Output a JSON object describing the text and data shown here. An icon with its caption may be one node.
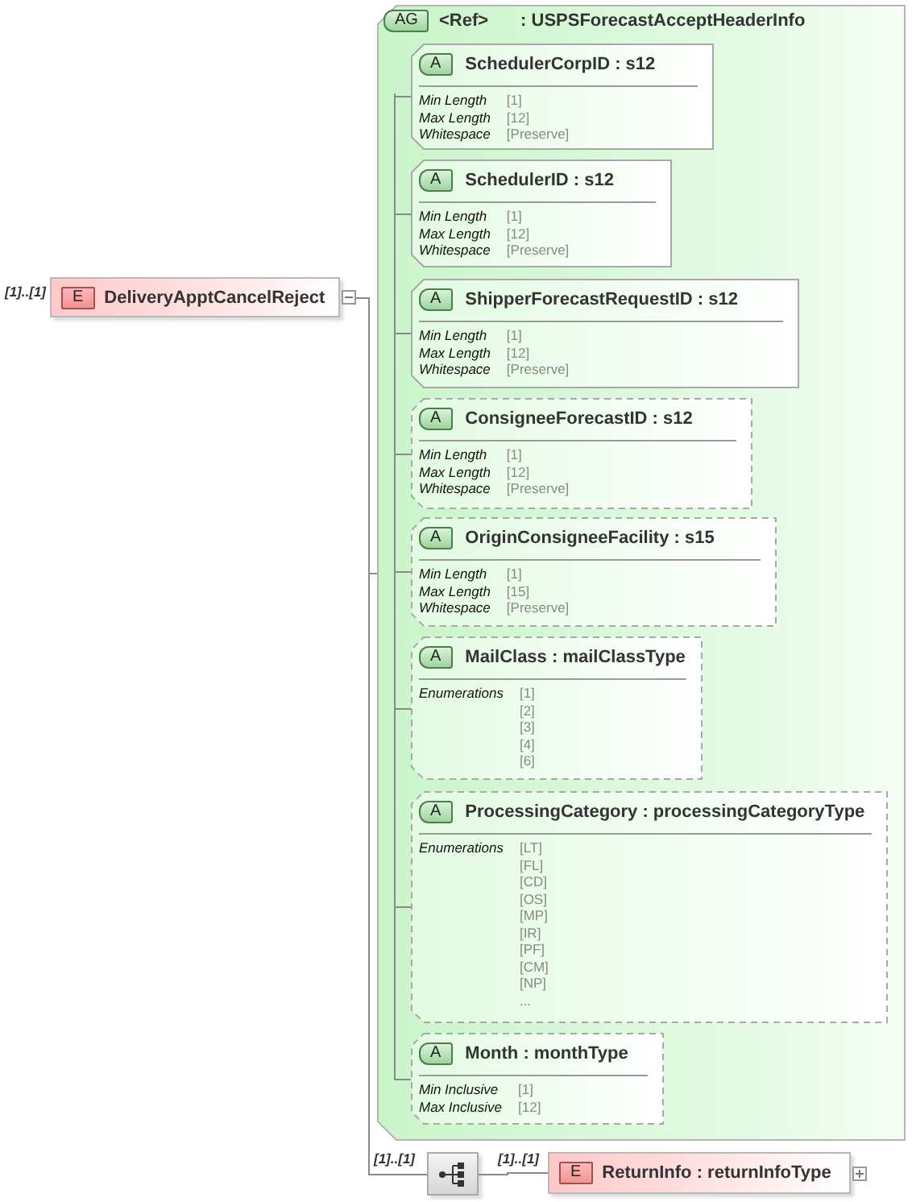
{
  "diagram": {
    "nodes": [
      {
        "text": [
          "E",
          "DeliveryApptCancelReject"
        ],
        "beside": [
          "[1]..[1]"
        ]
      },
      {
        "text": [
          "AG",
          "<Ref>",
          ": USPSForecastAcceptHeaderInfo"
        ]
      },
      {
        "text": [
          "A",
          "SchedulerCorpID : s12",
          "Min Length",
          "[1]",
          "Max Length",
          "[12]",
          "Whitespace",
          "[Preserve]"
        ],
        "in": 1
      },
      {
        "text": [
          "A",
          "SchedulerID : s12",
          "Min Length",
          "[1]",
          "Max Length",
          "[12]",
          "Whitespace",
          "[Preserve]"
        ],
        "in": 1
      },
      {
        "text": [
          "A",
          "ShipperForecastRequestID : s12",
          "Min Length",
          "[1]",
          "Max Length",
          "[12]",
          "Whitespace",
          "[Preserve]"
        ],
        "in": 1
      },
      {
        "text": [
          "A",
          "ConsigneeForecastID : s12",
          "Min Length",
          "[1]",
          "Max Length",
          "[12]",
          "Whitespace",
          "[Preserve]"
        ],
        "in": 1
      },
      {
        "text": [
          "A",
          "OriginConsigneeFacility : s15",
          "Min Length",
          "[1]",
          "Max Length",
          "[15]",
          "Whitespace",
          "[Preserve]"
        ],
        "in": 1
      },
      {
        "text": [
          "A",
          "MailClass : mailClassType",
          "Enumerations",
          "[1] [2] [3] [4] [6]"
        ],
        "in": 1
      },
      {
        "text": [
          "A",
          "ProcessingCategory : processingCategoryType",
          "Enumerations",
          "[LT] [FL] [CD] [OS] [MP] [IR] [PF] [CM] [NP] ..."
        ],
        "in": 1
      },
      {
        "text": [
          "A",
          "Month : monthType",
          "Min Inclusive",
          "[1]",
          "Max Inclusive",
          "[12]"
        ],
        "in": 1
      },
      {
        "text": [],
        "shape": "box",
        "beside": [
          "[1]..[1]"
        ]
      },
      {
        "text": [
          "E",
          "ReturnInfo : returnInfoType"
        ],
        "beside": [
          "[1]..[1]"
        ]
      }
    ],
    "edges": [
      {
        "from": 0,
        "to": 1,
        "arrow": "none"
      },
      {
        "from": 0,
        "to": 10,
        "arrow": "none"
      },
      {
        "from": 1,
        "to": 2,
        "arrow": "none"
      },
      {
        "from": 1,
        "to": 3,
        "arrow": "none"
      },
      {
        "from": 1,
        "to": 4,
        "arrow": "none"
      },
      {
        "from": 1,
        "to": 5,
        "arrow": "none"
      },
      {
        "from": 1,
        "to": 6,
        "arrow": "none"
      },
      {
        "from": 1,
        "to": 7,
        "arrow": "none"
      },
      {
        "from": 1,
        "to": 8,
        "arrow": "none"
      },
      {
        "from": 1,
        "to": 9,
        "arrow": "none"
      },
      {
        "from": 10,
        "to": 11,
        "arrow": "none"
      }
    ]
  }
}
